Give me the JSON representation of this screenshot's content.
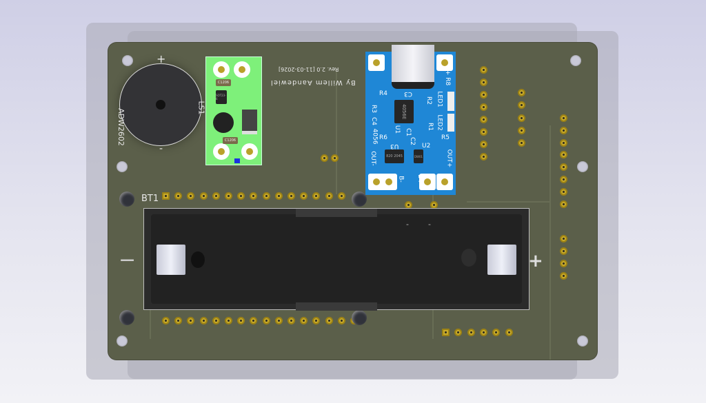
{
  "board": {
    "silkscreen": {
      "buzzer_ref": "LS1",
      "buzzer_part": "ADW2602",
      "plus": "+",
      "minus": "-",
      "battery_ref": "BT1",
      "author": "By Willem Aandewiel",
      "revision": "Rev. 2.0 [11-03-2026]"
    },
    "battery_holder": {
      "minus": "−",
      "plus": "+",
      "small_minus_1": "-",
      "small_minus_2": "-"
    }
  },
  "green_module": {
    "c1": "C1206",
    "c2": "C1206",
    "ic": "SOT23-6"
  },
  "charger_module": {
    "labels": {
      "r8": "+ R8",
      "led1": "LED1",
      "led2": "LED2",
      "r4": "R4",
      "c3": "C3",
      "r2": "R2",
      "r3": "R3",
      "c4": "C4",
      "ic_ref": "U1",
      "ic_name": "4056",
      "r1": "R1",
      "c1": "C1",
      "c2": "C2",
      "r6": "R6",
      "u3": "U3",
      "u2": "U2",
      "r5": "R5",
      "out_minus": "OUT-",
      "out_plus": "OUT+",
      "b_minus": "B-",
      "b_plus": "B+",
      "chip_u1": "4056E",
      "chip_u3": "820 2045",
      "chip_u2": "DW01"
    }
  },
  "colors": {
    "pcb": "#5b5f4a",
    "module_green": "#7ef07a",
    "module_blue": "#1f87d6",
    "pin_gold": "#c8aa2a"
  }
}
